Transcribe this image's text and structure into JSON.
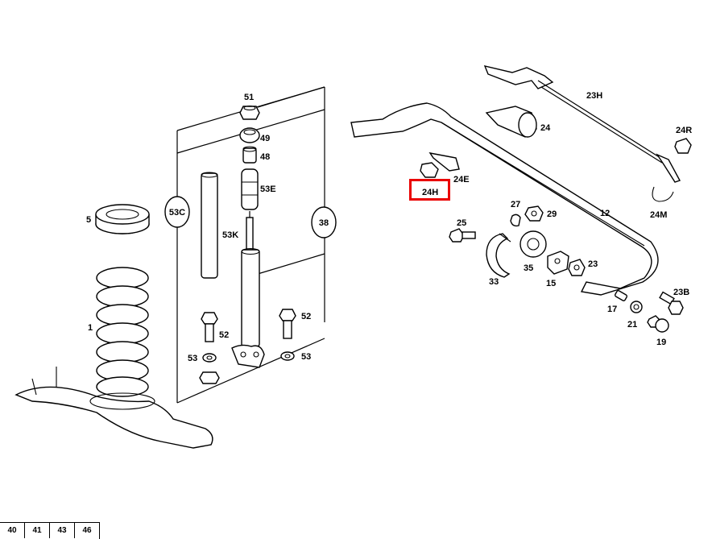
{
  "callouts": {
    "c51": "51",
    "c49": "49",
    "c48": "48",
    "c53E": "53E",
    "c53K": "53K",
    "c53C": "53C",
    "c38": "38",
    "c5": "5",
    "c1": "1",
    "c52a": "52",
    "c53a": "53",
    "c52b": "52",
    "c53b": "53",
    "c23H": "23H",
    "c24": "24",
    "c24R": "24R",
    "c24E": "24E",
    "c24H": "24H",
    "c24M": "24M",
    "c12": "12",
    "c27": "27",
    "c29": "29",
    "c25": "25",
    "c35": "35",
    "c23": "23",
    "c33": "33",
    "c15": "15",
    "c17": "17",
    "c21": "21",
    "c23B": "23B",
    "c19": "19"
  },
  "highlight": {
    "label": "24H",
    "color": "#ea0000"
  },
  "page_tabs": [
    "40",
    "41",
    "43",
    "46"
  ]
}
